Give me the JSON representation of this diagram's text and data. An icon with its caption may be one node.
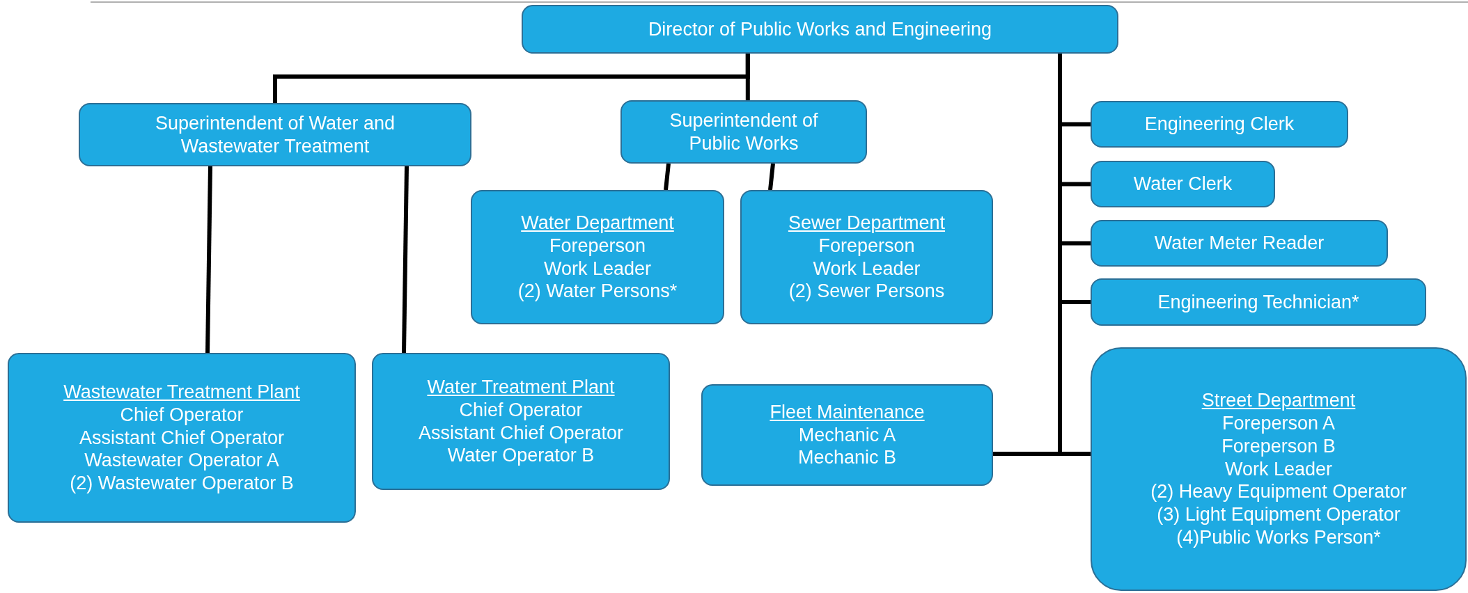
{
  "diagram": {
    "nodes": [
      {
        "text": [
          "Director of Public Works and Engineering"
        ]
      },
      {
        "text": [
          "Superintendent of Water and Wastewater Treatment"
        ]
      },
      {
        "text": [
          "Superintendent of Public Works"
        ]
      },
      {
        "text": [
          "Engineering Clerk"
        ]
      },
      {
        "text": [
          "Water Clerk"
        ]
      },
      {
        "text": [
          "Water Meter Reader"
        ]
      },
      {
        "text": [
          "Engineering Technician*"
        ]
      },
      {
        "text": [
          "Water Department",
          "Foreperson",
          "Work Leader",
          "(2) Water Persons*"
        ]
      },
      {
        "text": [
          "Sewer Department",
          "Foreperson",
          "Work Leader",
          "(2) Sewer Persons"
        ]
      },
      {
        "text": [
          "Wastewater Treatment Plant",
          "Chief Operator",
          "Assistant Chief Operator",
          "Wastewater Operator A",
          "(2) Wastewater Operator B"
        ]
      },
      {
        "text": [
          "Water Treatment Plant",
          "Chief Operator",
          "Assistant Chief Operator",
          "Water Operator B"
        ]
      },
      {
        "text": [
          "Fleet Maintenance",
          "Mechanic A",
          "Mechanic B"
        ]
      },
      {
        "text": [
          "Street Department",
          "Foreperson A",
          "Foreperson B",
          "Work Leader",
          "(2) Heavy Equipment Operator",
          "(3) Light Equipment Operator",
          "(4)Public Works Person*"
        ]
      }
    ],
    "edges": [
      {
        "from": 0,
        "to": 1,
        "arrow": "none"
      },
      {
        "from": 0,
        "to": 2,
        "arrow": "none"
      },
      {
        "from": 0,
        "to": 3,
        "arrow": "none"
      },
      {
        "from": 0,
        "to": 4,
        "arrow": "none"
      },
      {
        "from": 0,
        "to": 5,
        "arrow": "none"
      },
      {
        "from": 0,
        "to": 6,
        "arrow": "none"
      },
      {
        "from": 0,
        "to": 11,
        "arrow": "none"
      },
      {
        "from": 0,
        "to": 12,
        "arrow": "none"
      },
      {
        "from": 1,
        "to": 9,
        "arrow": "none"
      },
      {
        "from": 1,
        "to": 10,
        "arrow": "none"
      },
      {
        "from": 2,
        "to": 7,
        "arrow": "none"
      },
      {
        "from": 2,
        "to": 8,
        "arrow": "none"
      }
    ]
  }
}
